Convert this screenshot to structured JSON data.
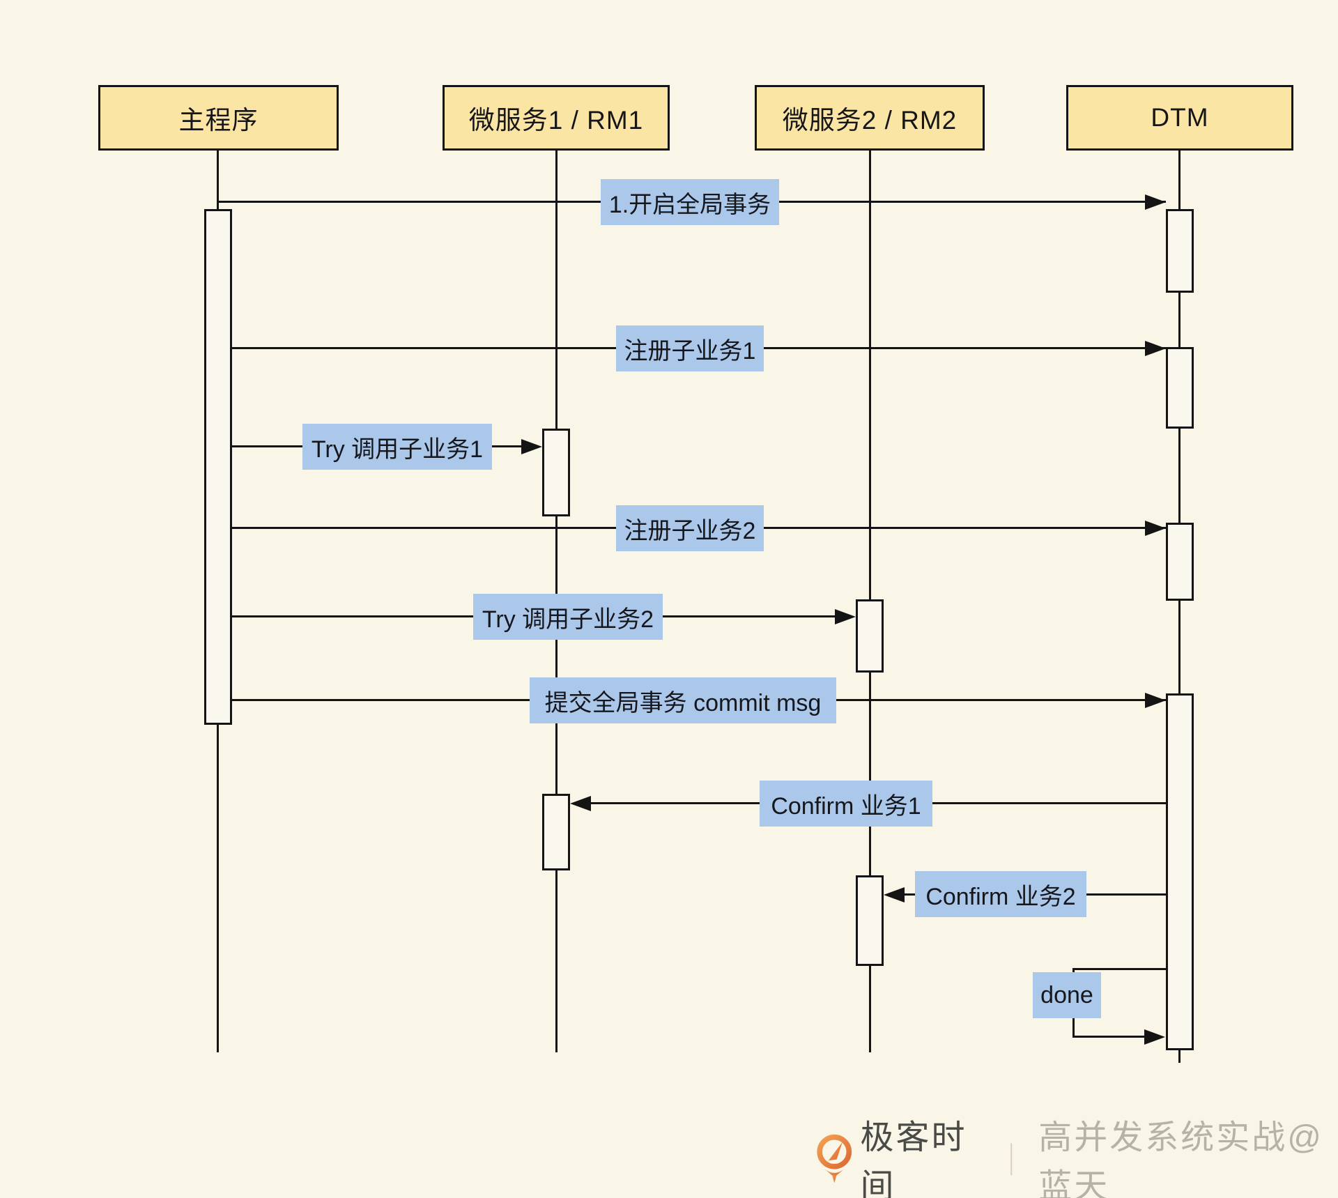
{
  "diagram": {
    "type": "sequence",
    "actors": [
      {
        "id": "main",
        "label": "主程序"
      },
      {
        "id": "rm1",
        "label": "微服务1 / RM1"
      },
      {
        "id": "rm2",
        "label": "微服务2 / RM2"
      },
      {
        "id": "dtm",
        "label": "DTM"
      }
    ],
    "messages": [
      {
        "text": "1.开启全局事务",
        "from": "主程序",
        "to": "DTM"
      },
      {
        "text": "注册子业务1",
        "from": "主程序",
        "to": "DTM"
      },
      {
        "text": "Try 调用子业务1",
        "from": "主程序",
        "to": "微服务1 / RM1"
      },
      {
        "text": "注册子业务2",
        "from": "主程序",
        "to": "DTM"
      },
      {
        "text": "Try 调用子业务2",
        "from": "主程序",
        "to": "微服务2 / RM2"
      },
      {
        "text": "提交全局事务 commit msg",
        "from": "主程序",
        "to": "DTM"
      },
      {
        "text": "Confirm 业务1",
        "from": "DTM",
        "to": "微服务1 / RM1"
      },
      {
        "text": "Confirm 业务2",
        "from": "DTM",
        "to": "微服务2 / RM2"
      },
      {
        "text": "done",
        "from": "DTM",
        "to": "DTM",
        "self": true
      }
    ]
  },
  "watermark": {
    "brand": "极客时间",
    "divider": "｜",
    "credit": "高并发系统实战@蓝天"
  },
  "colors": {
    "background": "#F9F6E7",
    "actor_fill": "#FAE5A4",
    "label_fill": "#ABC8EB",
    "line": "#141414",
    "logo_orange": "#E8763C"
  }
}
